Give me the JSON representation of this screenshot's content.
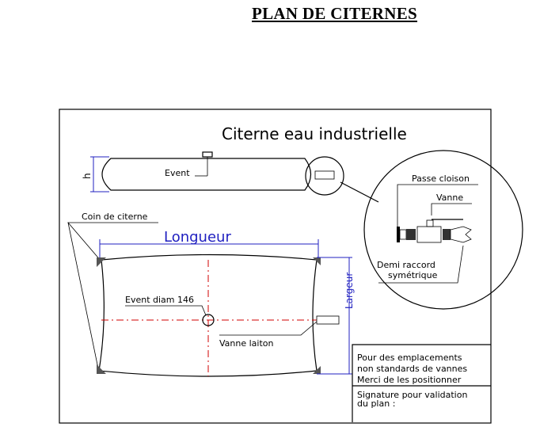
{
  "document": {
    "title": "PLAN DE CITERNES"
  },
  "drawing": {
    "heading": "Citerne eau industrielle",
    "side_view": {
      "height_label": "h",
      "vent_label": "Event"
    },
    "top_view": {
      "corner_label": "Coin de citerne",
      "length_label": "Longueur",
      "width_label": "Largeur",
      "vent_label": "Event diam 146",
      "valve_label": "Vanne laiton"
    },
    "detail": {
      "bulkhead_label": "Passe cloison",
      "valve_label": "Vanne",
      "coupling_label_1": "Demi raccord",
      "coupling_label_2": "symétrique"
    },
    "notes": {
      "line1": "Pour des emplacements",
      "line2": "non standards de vannes",
      "line3": "Merci de les positionner",
      "signature_line1": "Signature pour validation",
      "signature_line2": "du   plan :"
    }
  }
}
